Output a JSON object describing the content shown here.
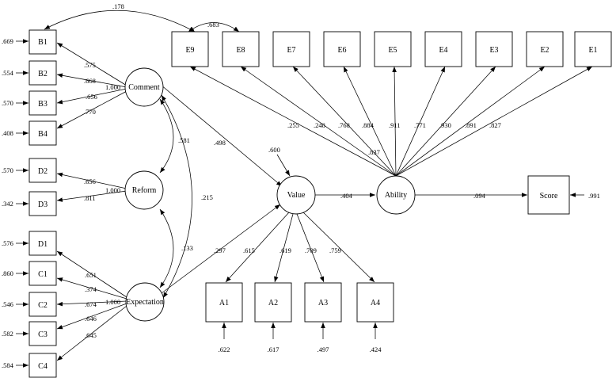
{
  "nodes": {
    "B1": {
      "label": "B1",
      "residual": ".669"
    },
    "B2": {
      "label": "B2",
      "residual": ".554"
    },
    "B3": {
      "label": "B3",
      "residual": ".570"
    },
    "B4": {
      "label": "B4",
      "residual": ".408"
    },
    "D2": {
      "label": "D2",
      "residual": ".570"
    },
    "D3": {
      "label": "D3",
      "residual": ".342"
    },
    "D1": {
      "label": "D1",
      "residual": ".576"
    },
    "C1": {
      "label": "C1",
      "residual": ".860"
    },
    "C2": {
      "label": "C2",
      "residual": ".546"
    },
    "C3": {
      "label": "C3",
      "residual": ".582"
    },
    "C4": {
      "label": "C4",
      "residual": ".584"
    },
    "E9": {
      "label": "E9"
    },
    "E8": {
      "label": "E8"
    },
    "E7": {
      "label": "E7"
    },
    "E6": {
      "label": "E6"
    },
    "E5": {
      "label": "E5"
    },
    "E4": {
      "label": "E4"
    },
    "E3": {
      "label": "E3"
    },
    "E2": {
      "label": "E2"
    },
    "E1": {
      "label": "E1"
    },
    "A1": {
      "label": "A1",
      "residual": ".622"
    },
    "A2": {
      "label": "A2",
      "residual": ".617"
    },
    "A3": {
      "label": "A3",
      "residual": ".497"
    },
    "A4": {
      "label": "A4",
      "residual": ".424"
    },
    "Score": {
      "label": "Score",
      "residual": ".991"
    },
    "Comment": {
      "label": "Comment",
      "variance": "1.000"
    },
    "Reform": {
      "label": "Reform",
      "variance": "1.000"
    },
    "Expectation": {
      "label": "Expectation",
      "variance": "1.000"
    },
    "Value": {
      "label": "Value",
      "residual": ".600"
    },
    "Ability": {
      "label": "Ability"
    }
  },
  "loadings": {
    "Comment_B1": ".575",
    "Comment_B2": ".668",
    "Comment_B3": ".656",
    "Comment_B4": ".770",
    "Reform_D2": ".656",
    "Reform_D3": ".811",
    "Expectation_D1": ".651",
    "Expectation_C1": ".374",
    "Expectation_C2": ".674",
    "Expectation_C3": ".646",
    "Expectation_C4": ".645",
    "Value_A1": ".615",
    "Value_A2": ".619",
    "Value_A3": ".709",
    "Value_A4": ".759",
    "Ability_E9": ".255",
    "Ability_E8": ".248",
    "Ability_E7": ".768",
    "Ability_E6": ".884",
    "Ability_E5": ".911",
    "Ability_E4": ".771",
    "Ability_E3": ".930",
    "Ability_E2": ".891",
    "Ability_E1": ".827"
  },
  "paths": {
    "Comment_Value": ".498",
    "Expectation_Value": ".297",
    "Value_Ability": ".404",
    "Ability_Score": ".094"
  },
  "covariances": {
    "B1_E9": ".178",
    "E9_E8": ".683",
    "Comment_Reform": ".581",
    "Comment_Expectation": ".215",
    "Reform_Expectation": ".133",
    "E8_Ability": ".837"
  }
}
